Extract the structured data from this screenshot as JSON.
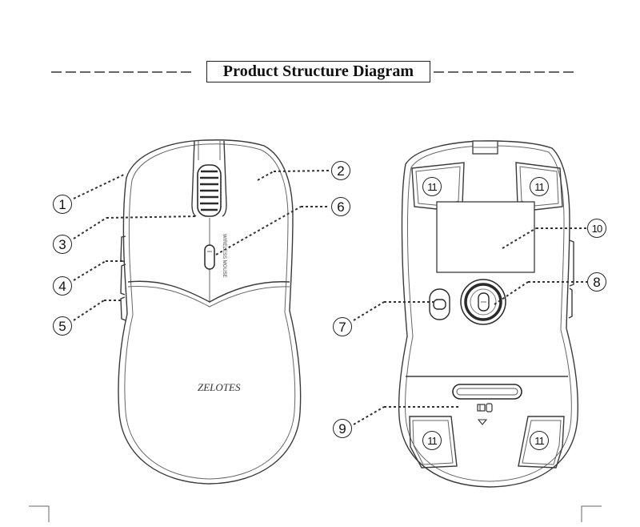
{
  "title": "Product Structure Diagram",
  "brand_text": "ZELOTES",
  "top_text": "WIRELESS MOUSE",
  "callouts": {
    "c1": "1",
    "c2": "2",
    "c3": "3",
    "c4": "4",
    "c5": "5",
    "c6": "6",
    "c7": "7",
    "c8": "8",
    "c9": "9",
    "c10": "10",
    "c11a": "11",
    "c11b": "11",
    "c11c": "11",
    "c11d": "11"
  }
}
